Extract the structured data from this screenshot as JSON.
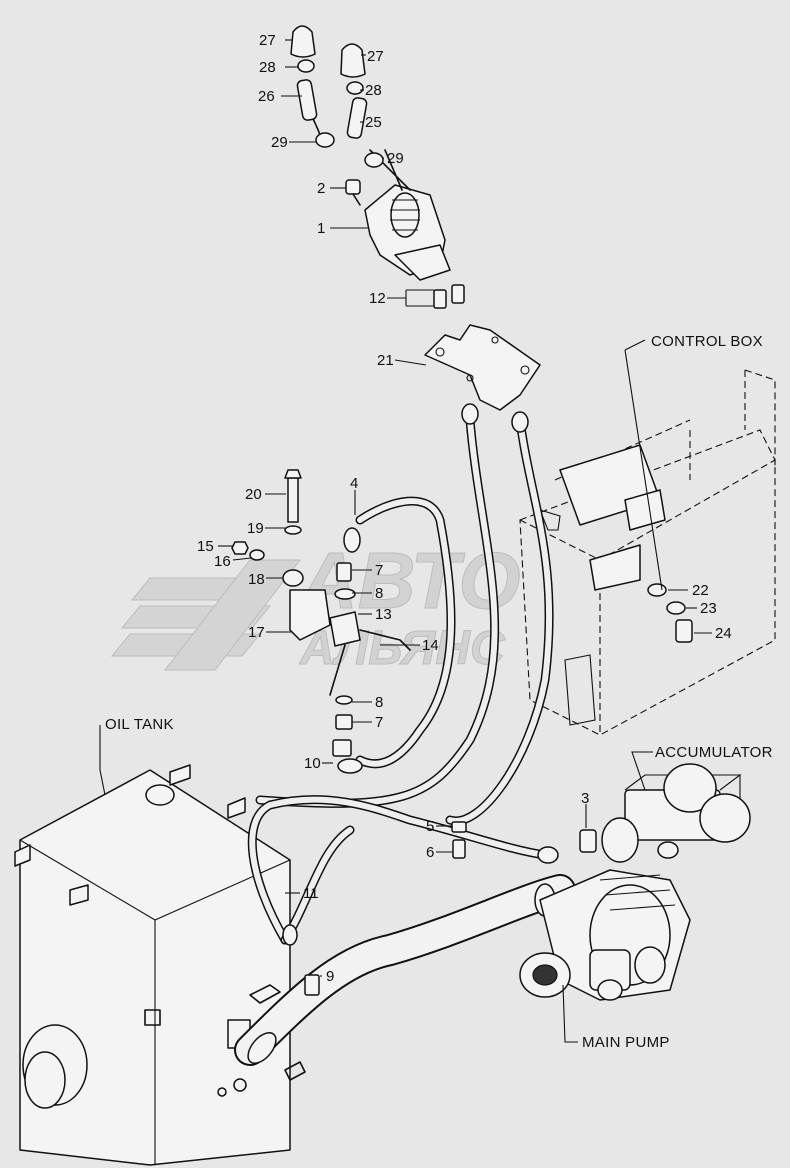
{
  "watermark": {
    "line1": "АВТО",
    "line2": "АЛЬЯНС"
  },
  "labels": {
    "control_box": "CONTROL BOX",
    "oil_tank": "OIL TANK",
    "accumulator": "ACCUMULATOR",
    "main_pump": "MAIN PUMP"
  },
  "callouts": [
    {
      "id": "27a",
      "text": "27"
    },
    {
      "id": "28a",
      "text": "28"
    },
    {
      "id": "26",
      "text": "26"
    },
    {
      "id": "29a",
      "text": "29"
    },
    {
      "id": "27b",
      "text": "27"
    },
    {
      "id": "28b",
      "text": "28"
    },
    {
      "id": "25",
      "text": "25"
    },
    {
      "id": "29b",
      "text": "29"
    },
    {
      "id": "2",
      "text": "2"
    },
    {
      "id": "1",
      "text": "1"
    },
    {
      "id": "12",
      "text": "12"
    },
    {
      "id": "21",
      "text": "21"
    },
    {
      "id": "20",
      "text": "20"
    },
    {
      "id": "4",
      "text": "4"
    },
    {
      "id": "19",
      "text": "19"
    },
    {
      "id": "15",
      "text": "15"
    },
    {
      "id": "16",
      "text": "16"
    },
    {
      "id": "18",
      "text": "18"
    },
    {
      "id": "7a",
      "text": "7"
    },
    {
      "id": "8a",
      "text": "8"
    },
    {
      "id": "13",
      "text": "13"
    },
    {
      "id": "17",
      "text": "17"
    },
    {
      "id": "14",
      "text": "14"
    },
    {
      "id": "22",
      "text": "22"
    },
    {
      "id": "23",
      "text": "23"
    },
    {
      "id": "24",
      "text": "24"
    },
    {
      "id": "8b",
      "text": "8"
    },
    {
      "id": "7b",
      "text": "7"
    },
    {
      "id": "10",
      "text": "10"
    },
    {
      "id": "3",
      "text": "3"
    },
    {
      "id": "5",
      "text": "5"
    },
    {
      "id": "6",
      "text": "6"
    },
    {
      "id": "11",
      "text": "11"
    },
    {
      "id": "9",
      "text": "9"
    }
  ]
}
